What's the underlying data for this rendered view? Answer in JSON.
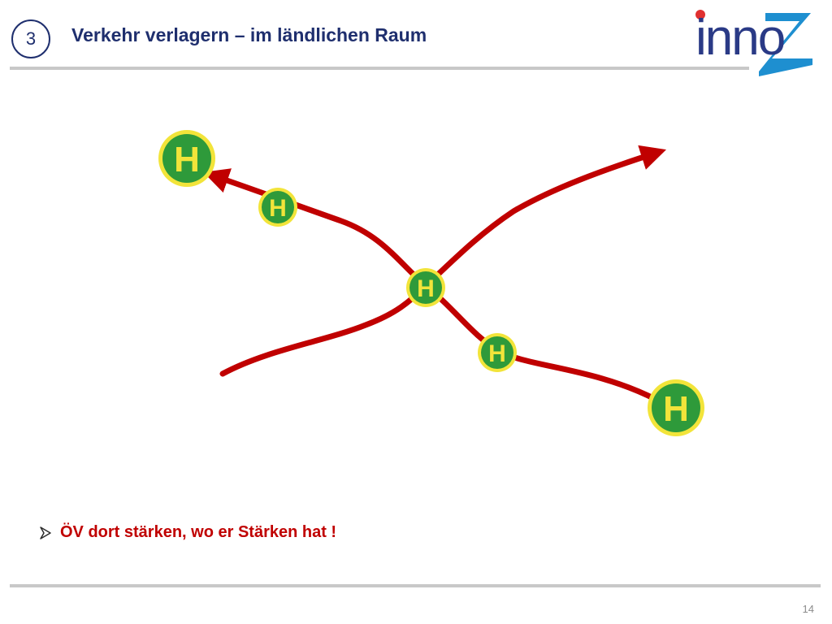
{
  "header": {
    "section_number": "3",
    "title": "Verkehr verlagern – im ländlichen Raum"
  },
  "logo": {
    "text": "inno",
    "letter": "Z",
    "colors": {
      "text": "#2a3a86",
      "dot": "#e03030",
      "z": "#1e8fd0"
    }
  },
  "diagram": {
    "route_color": "#c00000",
    "stop_label": "H",
    "stop_colors": {
      "ring": "#f2e43a",
      "fill": "#2e9a3a",
      "letter": "#f2e43a"
    }
  },
  "bullet": {
    "icon": "arrow-right-bullet-icon",
    "text": "ÖV dort stärken, wo er Stärken hat !"
  },
  "footer": {
    "page_number": "14"
  }
}
